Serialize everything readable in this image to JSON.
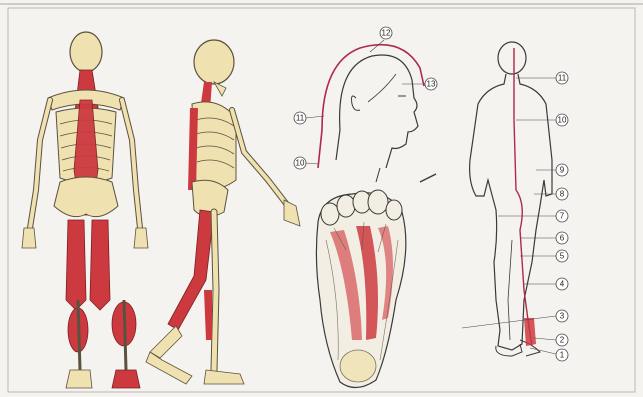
{
  "colors": {
    "page": "#f4f3ef",
    "frame": "#b9b7b0",
    "bone": "#efe2b0",
    "bone_outline": "#5b5140",
    "muscle": "#cc3a3f",
    "muscle_light": "#d9686a",
    "skin_outline": "#3a3a3a",
    "meridian": "#b0284a"
  },
  "figures": {
    "skeleton_back": {
      "icon": "skeleton-back-muscles-icon"
    },
    "skeleton_side": {
      "icon": "skeleton-side-walking-icon"
    },
    "head": {
      "icon": "head-profile-icon",
      "labels": [
        "12",
        "13",
        "11",
        "10"
      ]
    },
    "foot": {
      "icon": "foot-sole-muscles-icon"
    },
    "body_back": {
      "icon": "body-back-meridian-icon",
      "labels": [
        "11",
        "10",
        "9",
        "8",
        "7",
        "6",
        "5",
        "4",
        "3",
        "2",
        "1"
      ]
    }
  }
}
